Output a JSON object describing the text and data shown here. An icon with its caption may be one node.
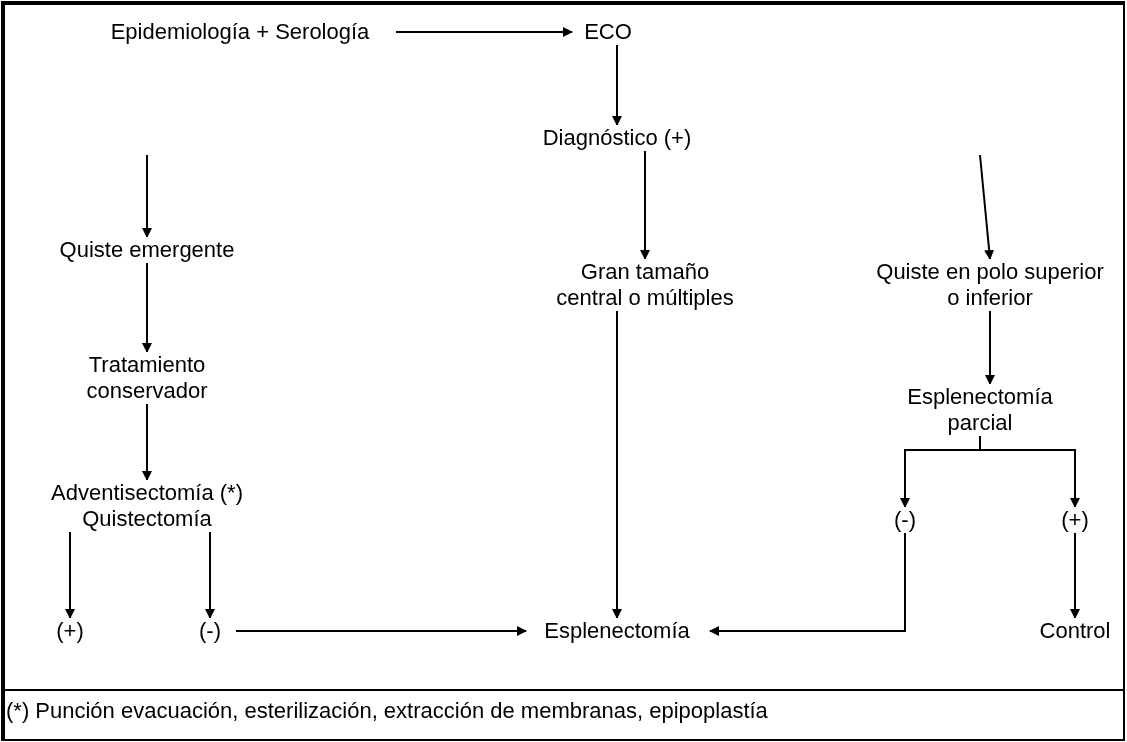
{
  "diagram": {
    "nodes": [
      {
        "text": [
          "Epidemiología + Serología"
        ]
      },
      {
        "text": [
          "ECO"
        ]
      },
      {
        "text": [
          "Diagnóstico (+)"
        ]
      },
      {
        "text": [
          "Gran tamaño central o múltiples"
        ]
      },
      {
        "text": [
          "Quiste emergente"
        ]
      },
      {
        "text": [
          "Tratamiento conservador"
        ]
      },
      {
        "text": [
          "Adventisectomía (*) Quistectomía"
        ]
      },
      {
        "text": [
          "(+)"
        ]
      },
      {
        "text": [
          "(-)"
        ]
      },
      {
        "text": [
          "Esplenectomía"
        ]
      },
      {
        "text": [
          "Quiste en polo superior o inferior"
        ]
      },
      {
        "text": [
          "Esplenectomía parcial"
        ]
      },
      {
        "text": [
          "(-)"
        ]
      },
      {
        "text": [
          "(+)"
        ]
      },
      {
        "text": [
          "Control"
        ]
      }
    ],
    "edges": [
      {
        "from": 0,
        "to": 1,
        "arrow": "to"
      },
      {
        "from": 1,
        "to": 2,
        "arrow": "to"
      },
      {
        "from": 2,
        "to": 3,
        "arrow": "to"
      },
      {
        "from": null,
        "to": 4,
        "arrow": "to"
      },
      {
        "from": 4,
        "to": 5,
        "arrow": "to"
      },
      {
        "from": 5,
        "to": 6,
        "arrow": "to"
      },
      {
        "from": 6,
        "to": 7,
        "arrow": "to"
      },
      {
        "from": 6,
        "to": 8,
        "arrow": "to"
      },
      {
        "from": 8,
        "to": 9,
        "arrow": "to"
      },
      {
        "from": 3,
        "to": 9,
        "arrow": "to"
      },
      {
        "from": null,
        "to": 10,
        "arrow": "to"
      },
      {
        "from": 10,
        "to": 11,
        "arrow": "to"
      },
      {
        "from": 11,
        "to": 12,
        "arrow": "to"
      },
      {
        "from": 11,
        "to": 13,
        "arrow": "to"
      },
      {
        "from": 12,
        "to": 9,
        "arrow": "to"
      },
      {
        "from": 13,
        "to": 14,
        "arrow": "to"
      }
    ],
    "labels": [
      "(*) Punción evacuación, esterilización, extracción de membranas, epipoplastía"
    ]
  }
}
